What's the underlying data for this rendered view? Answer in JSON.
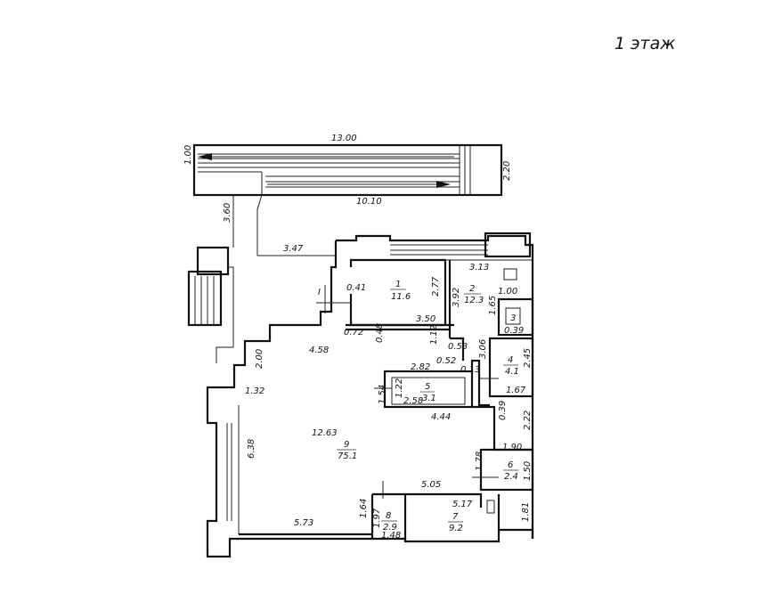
{
  "floor_title": "1 этаж",
  "dimensions": {
    "d_13_00": "13.00",
    "d_1_00_top": "1.00",
    "d_2_20": "2.20",
    "d_10_10": "10.10",
    "d_3_60": "3.60",
    "d_3_47": "3.47",
    "d_3_13": "3.13",
    "d_0_41": "0.41",
    "d_2_77": "2.77",
    "d_3_92": "3.92",
    "d_1_00_wc": "1.00",
    "d_1_65": "1.65",
    "d_0_39_wc": "0.39",
    "d_3_50": "3.50",
    "d_0_72": "0.72",
    "d_0_48": "0.48",
    "d_1_12": "1.12",
    "d_0_53": "0.53",
    "d_0_52": "0.52",
    "d_3_06": "3.06",
    "d_2_45": "2.45",
    "d_0_13": "0.13",
    "d_1_67": "1.67",
    "d_4_58": "4.58",
    "d_2_00": "2.00",
    "d_2_82": "2.82",
    "d_1_22": "1.22",
    "d_2_58": "2.58",
    "d_1_54": "1.54",
    "d_1_32": "1.32",
    "d_4_44": "4.44",
    "d_0_39_b": "0.39",
    "d_2_22": "2.22",
    "d_12_63": "12.63",
    "d_1_90": "1.90",
    "d_6_38": "6.38",
    "d_1_78": "1.78",
    "d_1_50": "1.50",
    "d_5_05": "5.05",
    "d_5_17": "5.17",
    "d_1_64": "1.64",
    "d_1_97": "1.97",
    "d_1_81": "1.81",
    "d_5_73": "5.73",
    "d_1_48": "1.48"
  },
  "rooms": [
    {
      "number": "1",
      "area": "11.6"
    },
    {
      "number": "2",
      "area": "12.3"
    },
    {
      "number": "3",
      "area": ""
    },
    {
      "number": "4",
      "area": "4.1"
    },
    {
      "number": "5",
      "area": "3.1"
    },
    {
      "number": "6",
      "area": "2.4"
    },
    {
      "number": "7",
      "area": "9.2"
    },
    {
      "number": "8",
      "area": "2.9"
    },
    {
      "number": "9",
      "area": "75.1"
    }
  ],
  "section_mark": "I"
}
